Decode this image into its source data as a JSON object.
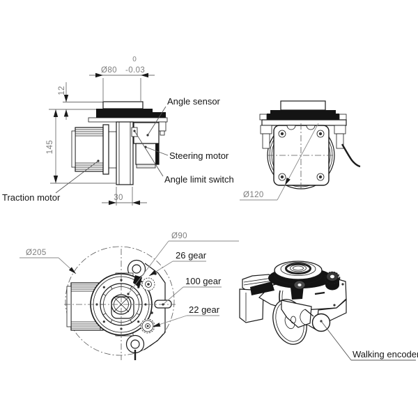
{
  "drawing": {
    "type": "engineering-4-view-drawing",
    "subject": "AGV steering drive wheel unit",
    "colors": {
      "background": "#ffffff",
      "line": "#1a1a1a",
      "dim_text": "#7d7d7d",
      "leader": "#8a8a8a",
      "solid_fill": "#141414"
    },
    "views": {
      "side_view": {
        "dimensions": {
          "dia80_upper_tol": "0",
          "dia80": "Ø80",
          "dia80_lower_tol": "-0.03",
          "offset_12": "12",
          "overall_height_145": "145",
          "column_width_30": "30"
        },
        "labels": {
          "angle_sensor": "Angle sensor",
          "steering_motor": "Steering motor",
          "angle_limit_switch": "Angle limit switch",
          "traction_motor": "Traction motor"
        }
      },
      "front_view": {
        "dimensions": {
          "wheel_dia120": "Ø120"
        }
      },
      "top_view": {
        "dimensions": {
          "swivel_dia205": "Ø205",
          "bolt_circle_dia90": "Ø90"
        },
        "labels": {
          "gear_26": "26 gear",
          "gear_100": "100 gear",
          "gear_22": "22 gear"
        }
      },
      "iso_view": {
        "labels": {
          "walking_encoder": "Walking encoder"
        }
      }
    }
  }
}
